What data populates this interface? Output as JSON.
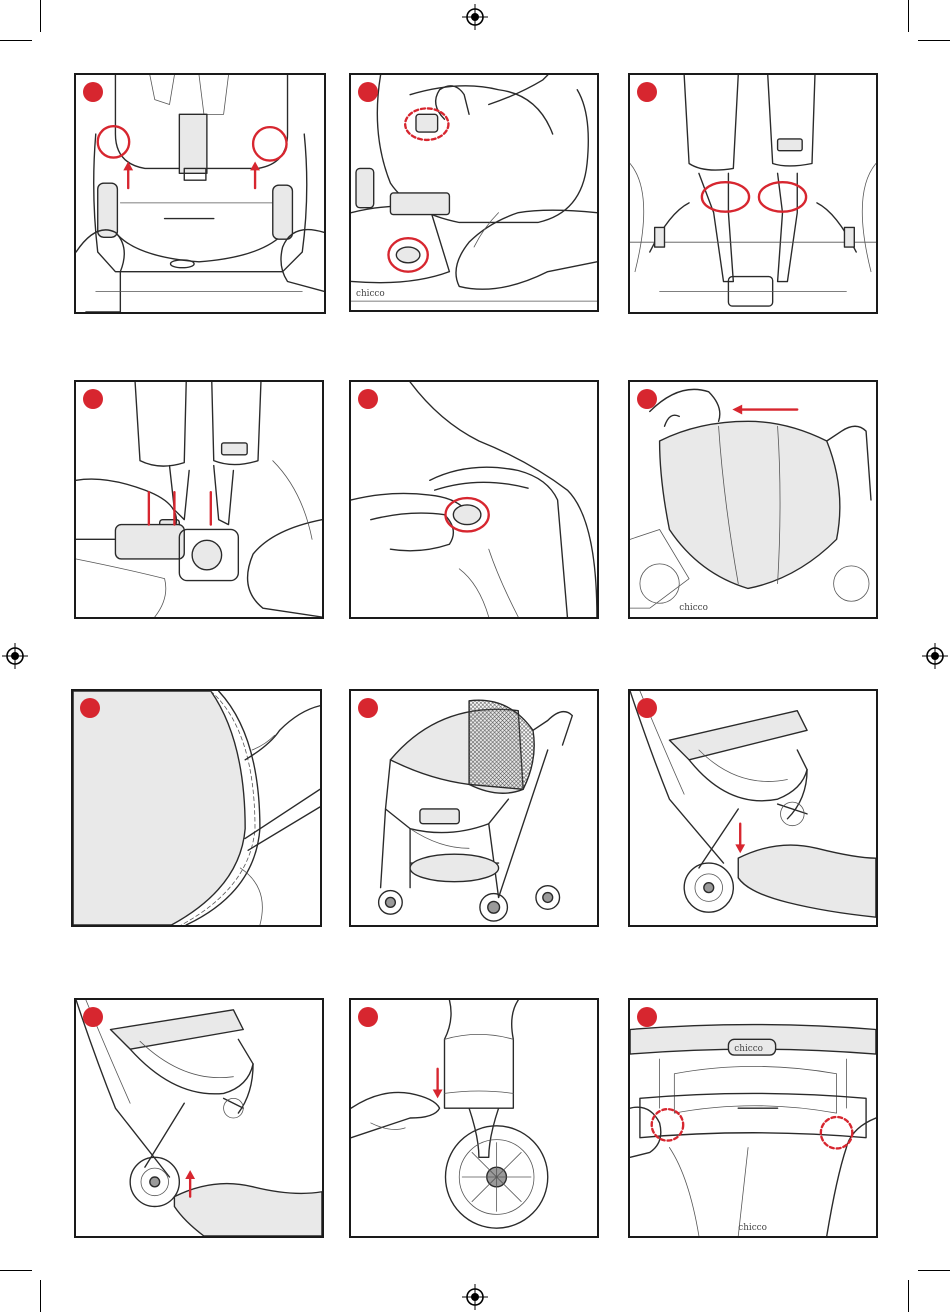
{
  "document": {
    "brand_mark": "chicco",
    "accent_color": "#d7262f",
    "panels": [
      {
        "id": "p1",
        "marks": [
          "red-circle",
          "red-circle",
          "up-arrow",
          "up-arrow"
        ]
      },
      {
        "id": "p2",
        "marks": [
          "red-dashed-circle",
          "red-circle"
        ]
      },
      {
        "id": "p3",
        "marks": [
          "red-circle",
          "red-circle"
        ]
      },
      {
        "id": "p4",
        "marks": [
          "red-line",
          "red-line",
          "red-line"
        ]
      },
      {
        "id": "p5",
        "marks": [
          "red-circle"
        ]
      },
      {
        "id": "p6",
        "marks": [
          "left-arrow"
        ]
      },
      {
        "id": "p7",
        "marks": []
      },
      {
        "id": "p8",
        "marks": []
      },
      {
        "id": "p9",
        "marks": [
          "down-arrow"
        ]
      },
      {
        "id": "p10",
        "marks": [
          "up-arrow"
        ]
      },
      {
        "id": "p11",
        "marks": [
          "down-arrow"
        ]
      },
      {
        "id": "p12",
        "marks": [
          "red-dashed-circle",
          "red-dashed-circle"
        ]
      }
    ]
  }
}
